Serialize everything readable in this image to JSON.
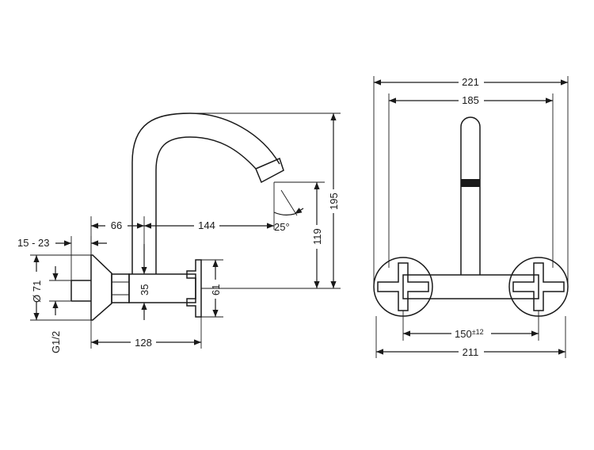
{
  "side_view": {
    "reach_width": "66",
    "spout_reach": "144",
    "wall_thickness": "15 - 23",
    "diameter": "Ø 71",
    "thread": "G1/2",
    "length": "128",
    "body_height": "35",
    "handle_height": "61",
    "spout_angle": "25°",
    "spout_height": "119",
    "total_height": "195"
  },
  "front_view": {
    "overall_width": "221",
    "handle_span": "185",
    "centres": "150",
    "centres_tolerance": "±12",
    "base_width": "211"
  }
}
